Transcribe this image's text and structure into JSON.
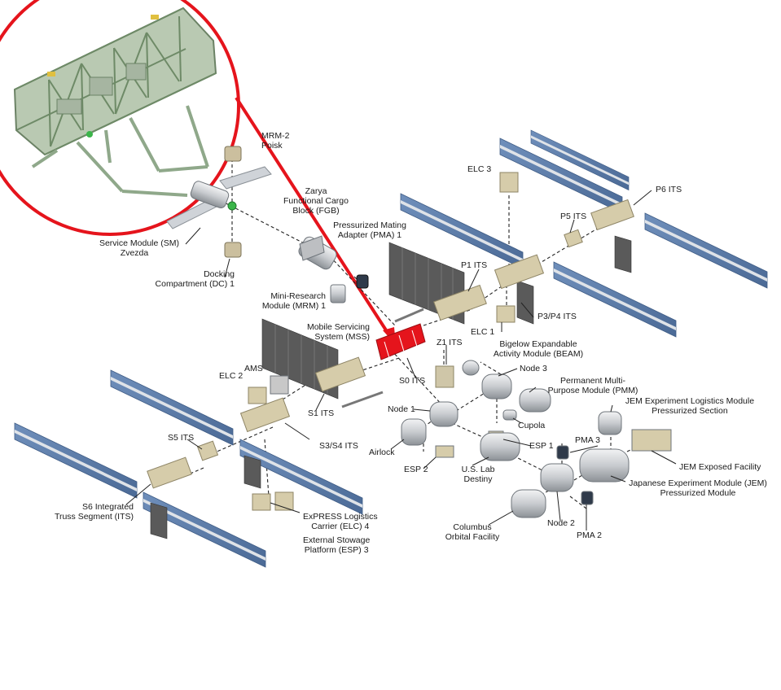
{
  "labels": {
    "mrm2": [
      "MRM-2",
      "Poisk"
    ],
    "zarya": [
      "Zarya",
      "Functional Cargo",
      "Block (FGB)"
    ],
    "pma1": [
      "Pressurized Mating",
      "Adapter (PMA) 1"
    ],
    "service_module": [
      "Service Module (SM)",
      "Zvezda"
    ],
    "docking_compartment": [
      "Docking",
      "Compartment (DC) 1"
    ],
    "mrm1": [
      "Mini-Research",
      "Module (MRM) 1"
    ],
    "mss": [
      "Mobile Servicing",
      "System (MSS)"
    ],
    "elc3": [
      "ELC 3"
    ],
    "p6": [
      "P6 ITS"
    ],
    "p5": [
      "P5 ITS"
    ],
    "p1": [
      "P1 ITS"
    ],
    "p3p4": [
      "P3/P4 ITS"
    ],
    "elc1": [
      "ELC 1"
    ],
    "beam": [
      "Bigelow Expandable",
      "Activity Module (BEAM)"
    ],
    "z1": [
      "Z1 ITS"
    ],
    "s0": [
      "S0 ITS"
    ],
    "node3": [
      "Node 3"
    ],
    "pmm": [
      "Permanent Multi-",
      "Purpose Module (PMM)"
    ],
    "ams": [
      "AMS"
    ],
    "elc2": [
      "ELC 2"
    ],
    "s1": [
      "S1 ITS"
    ],
    "node1": [
      "Node 1"
    ],
    "cupola": [
      "Cupola"
    ],
    "jem_elm": [
      "JEM Experiment Logistics Module",
      "Pressurized Section"
    ],
    "s5": [
      "S5 ITS"
    ],
    "s3s4": [
      "S3/S4 ITS"
    ],
    "airlock": [
      "Airlock"
    ],
    "esp1": [
      "ESP 1"
    ],
    "pma3": [
      "PMA 3"
    ],
    "jem_ef": [
      "JEM Exposed Facility"
    ],
    "esp2": [
      "ESP 2"
    ],
    "lab": [
      "U.S. Lab",
      "Destiny"
    ],
    "jem_pm": [
      "Japanese Experiment Module (JEM)",
      "Pressurized Module"
    ],
    "s6": [
      "S6 Integrated",
      "Truss Segment (ITS)"
    ],
    "elc4": [
      "ExPRESS Logistics",
      "Carrier (ELC) 4"
    ],
    "esp3": [
      "External Stowage",
      "Platform (ESP) 3"
    ],
    "columbus": [
      "Columbus",
      "Orbital Facility"
    ],
    "node2": [
      "Node 2"
    ],
    "pma2": [
      "PMA 2"
    ]
  },
  "colors": {
    "solar_panel": "#5b7ba6",
    "solar_panel_edge": "#3f5c85",
    "truss": "#cfc6a8",
    "truss_dark": "#8e8566",
    "module_body": "#d9dbdd",
    "module_shade": "#9ea3a8",
    "highlight": "#e5141c",
    "callout_circle": "#e5141c",
    "zoom_bg": "#c8d4c4",
    "radiator": "#555555"
  },
  "highlighted_element": "S0 ITS"
}
